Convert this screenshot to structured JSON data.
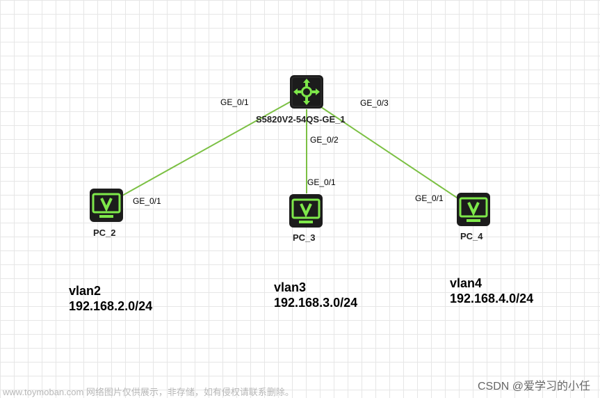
{
  "diagram": {
    "switch": {
      "name": "S5820V2-54QS-GE_1",
      "icon": "switch-icon"
    },
    "pcs": [
      {
        "name": "PC_2",
        "icon": "pc-monitor-icon",
        "vlan": "vlan2",
        "subnet": "192.168.2.0/24"
      },
      {
        "name": "PC_3",
        "icon": "pc-monitor-icon",
        "vlan": "vlan3",
        "subnet": "192.168.3.0/24"
      },
      {
        "name": "PC_4",
        "icon": "pc-monitor-icon",
        "vlan": "vlan4",
        "subnet": "192.168.4.0/24"
      }
    ],
    "links": [
      {
        "switch_port": "GE_0/1",
        "pc_port": "GE_0/1",
        "to": "PC_2"
      },
      {
        "switch_port": "GE_0/2",
        "pc_port": "GE_0/1",
        "to": "PC_3"
      },
      {
        "switch_port": "GE_0/3",
        "pc_port": "GE_0/1",
        "to": "PC_4"
      }
    ],
    "link_color": "#7bc043",
    "icon_bg_color": "#1c1c1c",
    "icon_accent_color": "#7ee84a"
  },
  "watermark": {
    "left": "www.toymoban.com 网络图片仅供展示，非存储，如有侵权请联系删除。",
    "right": "CSDN @爱学习的小任"
  }
}
